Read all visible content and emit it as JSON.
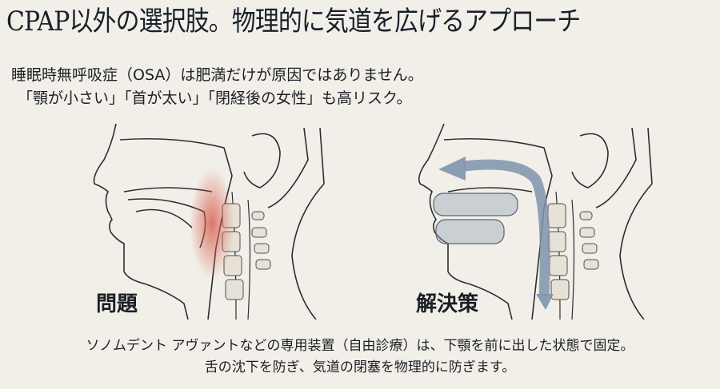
{
  "title": "CPAP以外の選択肢。物理的に気道を広げるアプローチ",
  "intro": {
    "line1": "睡眠時無呼吸症（OSA）は肥満だけが原因ではありません。",
    "line2": "「顎が小さい」「首が太い」「閉経後の女性」も高リスク。"
  },
  "figures": [
    {
      "label": "問題",
      "highlight_color": "#d9614f",
      "description": "airway-collapse-illustration"
    },
    {
      "label": "解決策",
      "arrow_color": "#7f93ab",
      "description": "airway-opened-with-device-illustration"
    }
  ],
  "caption": {
    "line1": "ソノムデント アヴァントなどの専用装置（自由診療）は、下顎を前に出した状態で固定。",
    "line2": "舌の沈下を防ぎ、気道の閉塞を物理的に防ぎます。"
  }
}
